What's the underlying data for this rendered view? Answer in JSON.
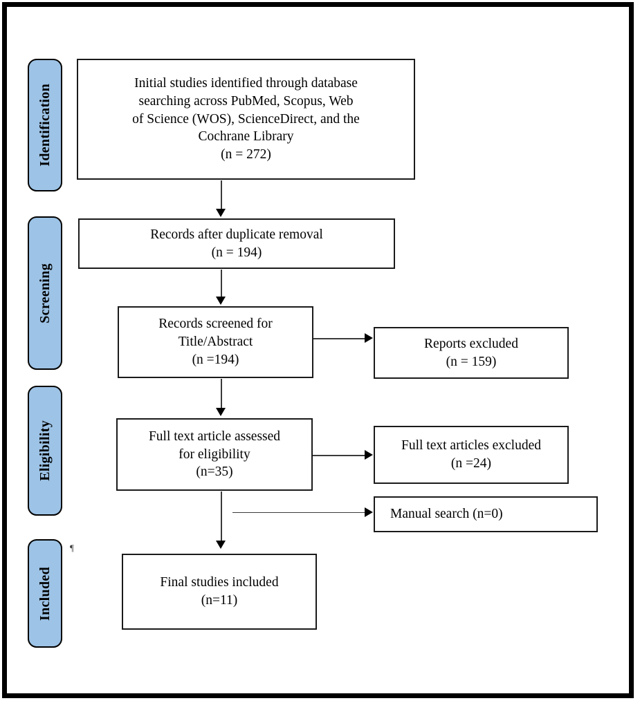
{
  "diagram": {
    "type": "prisma-flow-diagram",
    "accent_color": "#9dc3e6",
    "border_color": "#000000",
    "background_color": "#ffffff"
  },
  "stages": [
    {
      "key": "identification",
      "label": "Identification"
    },
    {
      "key": "screening",
      "label": "Screening"
    },
    {
      "key": "eligibility",
      "label": "Eligibility"
    },
    {
      "key": "included",
      "label": "Included"
    }
  ],
  "nodes": {
    "identified": {
      "text": "Initial studies identified through database\nsearching across PubMed, Scopus, Web\nof Science (WOS), ScienceDirect, and the\nCochrane Library\n(n = 272)",
      "count": 272
    },
    "after_duplicates": {
      "text": "Records after duplicate removal\n(n = 194)",
      "count": 194
    },
    "screened": {
      "text": "Records screened for\nTitle/Abstract\n(n =194)",
      "count": 194
    },
    "reports_excluded": {
      "text": "Reports excluded\n(n = 159)",
      "count": 159
    },
    "full_text_assessed": {
      "text": "Full text article assessed\nfor eligibility\n(n=35)",
      "count": 35
    },
    "full_text_excluded": {
      "text": "Full text articles excluded\n(n =24)",
      "count": 24
    },
    "manual_search": {
      "text": "Manual search (n=0)",
      "count": 0
    },
    "final_included": {
      "text": "Final studies included\n(n=11)",
      "count": 11
    }
  },
  "artifact": {
    "glyph": "¶"
  }
}
